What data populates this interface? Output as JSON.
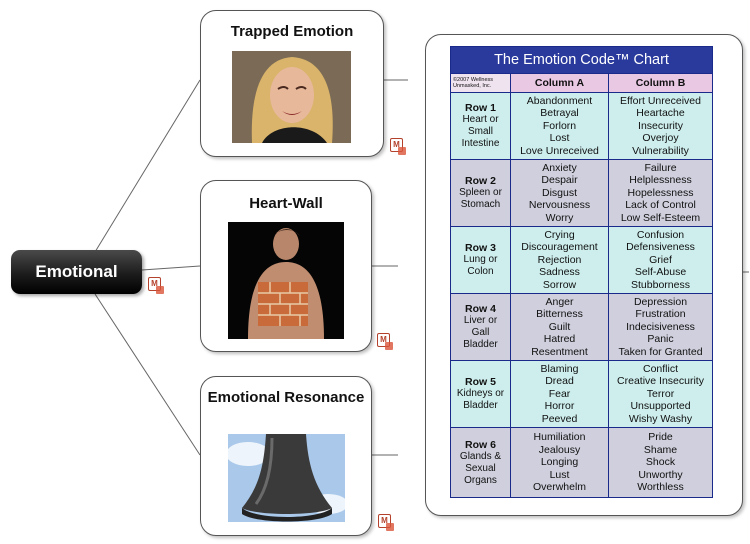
{
  "root": {
    "label": "Emotional"
  },
  "branches": [
    {
      "id": "trapped",
      "title": "Trapped Emotion",
      "image": "crying-woman-photo"
    },
    {
      "id": "heartwall",
      "title": "Heart-Wall",
      "image": "man-with-brick-wall-photo"
    },
    {
      "id": "resonance",
      "title": "Emotional Resonance",
      "image": "bell-photo"
    }
  ],
  "note_icon": "M",
  "chart": {
    "title": "The Emotion Code™ Chart",
    "copyright": "©2007 Wellness Unmasked, Inc.",
    "col_a": "Column A",
    "col_b": "Column B",
    "rows": [
      {
        "row": "Row 1",
        "organ": [
          "Heart or",
          "Small",
          "Intestine"
        ],
        "a": [
          "Abandonment",
          "Betrayal",
          "Forlorn",
          "Lost",
          "Love Unreceived"
        ],
        "b": [
          "Effort Unreceived",
          "Heartache",
          "Insecurity",
          "Overjoy",
          "Vulnerability"
        ]
      },
      {
        "row": "Row 2",
        "organ": [
          "Spleen or",
          "Stomach"
        ],
        "a": [
          "Anxiety",
          "Despair",
          "Disgust",
          "Nervousness",
          "Worry"
        ],
        "b": [
          "Failure",
          "Helplessness",
          "Hopelessness",
          "Lack of Control",
          "Low Self-Esteem"
        ]
      },
      {
        "row": "Row 3",
        "organ": [
          "Lung or",
          "Colon"
        ],
        "a": [
          "Crying",
          "Discouragement",
          "Rejection",
          "Sadness",
          "Sorrow"
        ],
        "b": [
          "Confusion",
          "Defensiveness",
          "Grief",
          "Self-Abuse",
          "Stubborness"
        ]
      },
      {
        "row": "Row 4",
        "organ": [
          "Liver or",
          "Gall",
          "Bladder"
        ],
        "a": [
          "Anger",
          "Bitterness",
          "Guilt",
          "Hatred",
          "Resentment"
        ],
        "b": [
          "Depression",
          "Frustration",
          "Indecisiveness",
          "Panic",
          "Taken for Granted"
        ]
      },
      {
        "row": "Row 5",
        "organ": [
          "Kidneys or",
          "Bladder"
        ],
        "a": [
          "Blaming",
          "Dread",
          "Fear",
          "Horror",
          "Peeved"
        ],
        "b": [
          "Conflict",
          "Creative Insecurity",
          "Terror",
          "Unsupported",
          "Wishy Washy"
        ]
      },
      {
        "row": "Row 6",
        "organ": [
          "Glands &",
          "Sexual",
          "Organs"
        ],
        "a": [
          "Humiliation",
          "Jealousy",
          "Longing",
          "Lust",
          "Overwhelm"
        ],
        "b": [
          "Pride",
          "Shame",
          "Shock",
          "Unworthy",
          "Worthless"
        ]
      }
    ]
  }
}
